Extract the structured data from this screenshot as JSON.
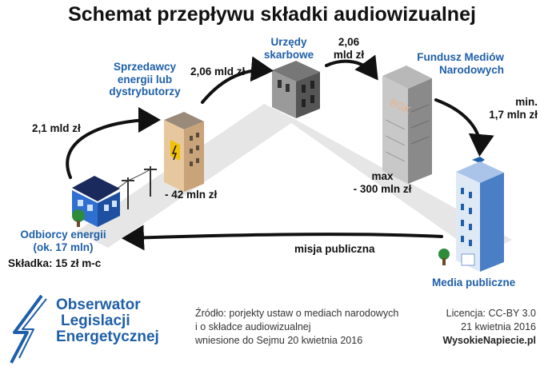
{
  "title": "Schemat przepływu składki audiowizualnej",
  "nodes": {
    "odbiorcy": {
      "label_lines": [
        "Odbiorcy energii",
        "(ok. 17 mln)"
      ],
      "note": "Składka: 15 zł m-c"
    },
    "sprzedawcy": {
      "label_lines": [
        "Sprzedawcy",
        "energii lub",
        "dystrybutorzy"
      ]
    },
    "urzedy": {
      "label_lines": [
        "Urzędy",
        "skarbowe"
      ]
    },
    "fundusz": {
      "label_lines": [
        "Fundusz Mediów",
        "Narodowych"
      ],
      "building_sign": "BGK"
    },
    "media": {
      "label": "Media publiczne"
    }
  },
  "flows": {
    "odbiorcy_to_sprzedawcy": "2,1 mld zł",
    "sprzedawcy_to_urzedy": "2,06 mld zł",
    "urzedy_to_fundusz": [
      "2,06",
      "mld zł"
    ],
    "fundusz_to_media": [
      "min.",
      "1,7 mln zł"
    ],
    "media_to_odbiorcy": "misja publiczna",
    "sprzedawcy_retained": "- 42 mln zł",
    "fundusz_retained": [
      "max",
      "- 300 mln zł"
    ]
  },
  "logo": {
    "lines": [
      "Obserwator",
      "Legislacji",
      "Energetycznej"
    ]
  },
  "source": {
    "lines": [
      "Źródło: porjekty ustaw o mediach narodowych",
      "i o składce audiowizualnej",
      "wniesione do Sejmu 20 kwietnia 2016"
    ]
  },
  "license": {
    "lines": [
      "Licencja: CC-BY 3.0",
      "21 kwietnia 2016"
    ],
    "site": "WysokieNapiecie.pl"
  },
  "colors": {
    "accent": "#1f5fa8",
    "road": "#e6e6e6",
    "arrow": "#111111",
    "house": "#2f6fd0",
    "roof": "#1a2a5c"
  }
}
